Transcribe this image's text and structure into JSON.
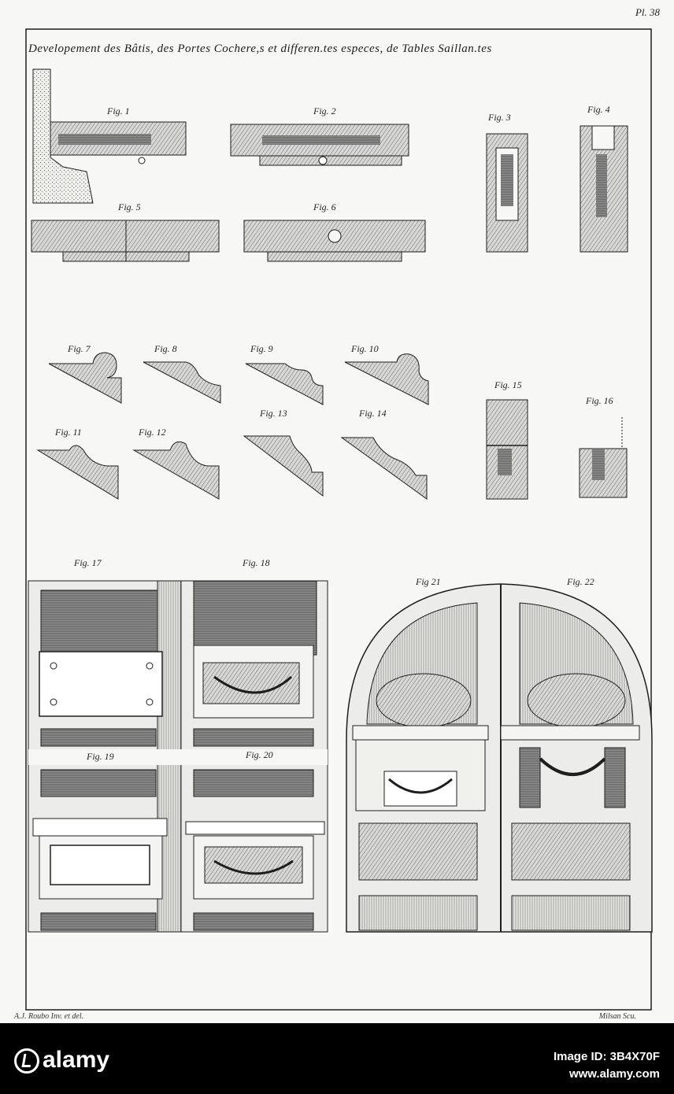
{
  "plate": {
    "number": "Pl. 38",
    "title": "Developement des Bâtis, des Portes Cochere,s et differen.tes especes, de Tables Saillan.tes",
    "credit_left": "A.J. Roubo Inv. et del.",
    "credit_right": "Milsan Scu."
  },
  "figures": {
    "f1": "Fig. 1",
    "f2": "Fig. 2",
    "f3": "Fig. 3",
    "f4": "Fig. 4",
    "f5": "Fig. 5",
    "f6": "Fig. 6",
    "f7": "Fig. 7",
    "f8": "Fig. 8",
    "f9": "Fig. 9",
    "f10": "Fig. 10",
    "f11": "Fig. 11",
    "f12": "Fig. 12",
    "f13": "Fig. 13",
    "f14": "Fig. 14",
    "f15": "Fig. 15",
    "f16": "Fig. 16",
    "f17": "Fig. 17",
    "f18": "Fig. 18",
    "f19": "Fig. 19",
    "f20": "Fig. 20",
    "f21": "Fig 21",
    "f22": "Fig. 22"
  },
  "stock": {
    "logo": "alamy",
    "image_id": "Image ID: 3B4X70F",
    "url": "www.alamy.com"
  },
  "colors": {
    "ink": "#1e1e1e",
    "paper": "#f7f7f5",
    "hatch": "#8a8a8a",
    "dark_panel": "#6e6e6e",
    "stock_bar": "#000000"
  }
}
